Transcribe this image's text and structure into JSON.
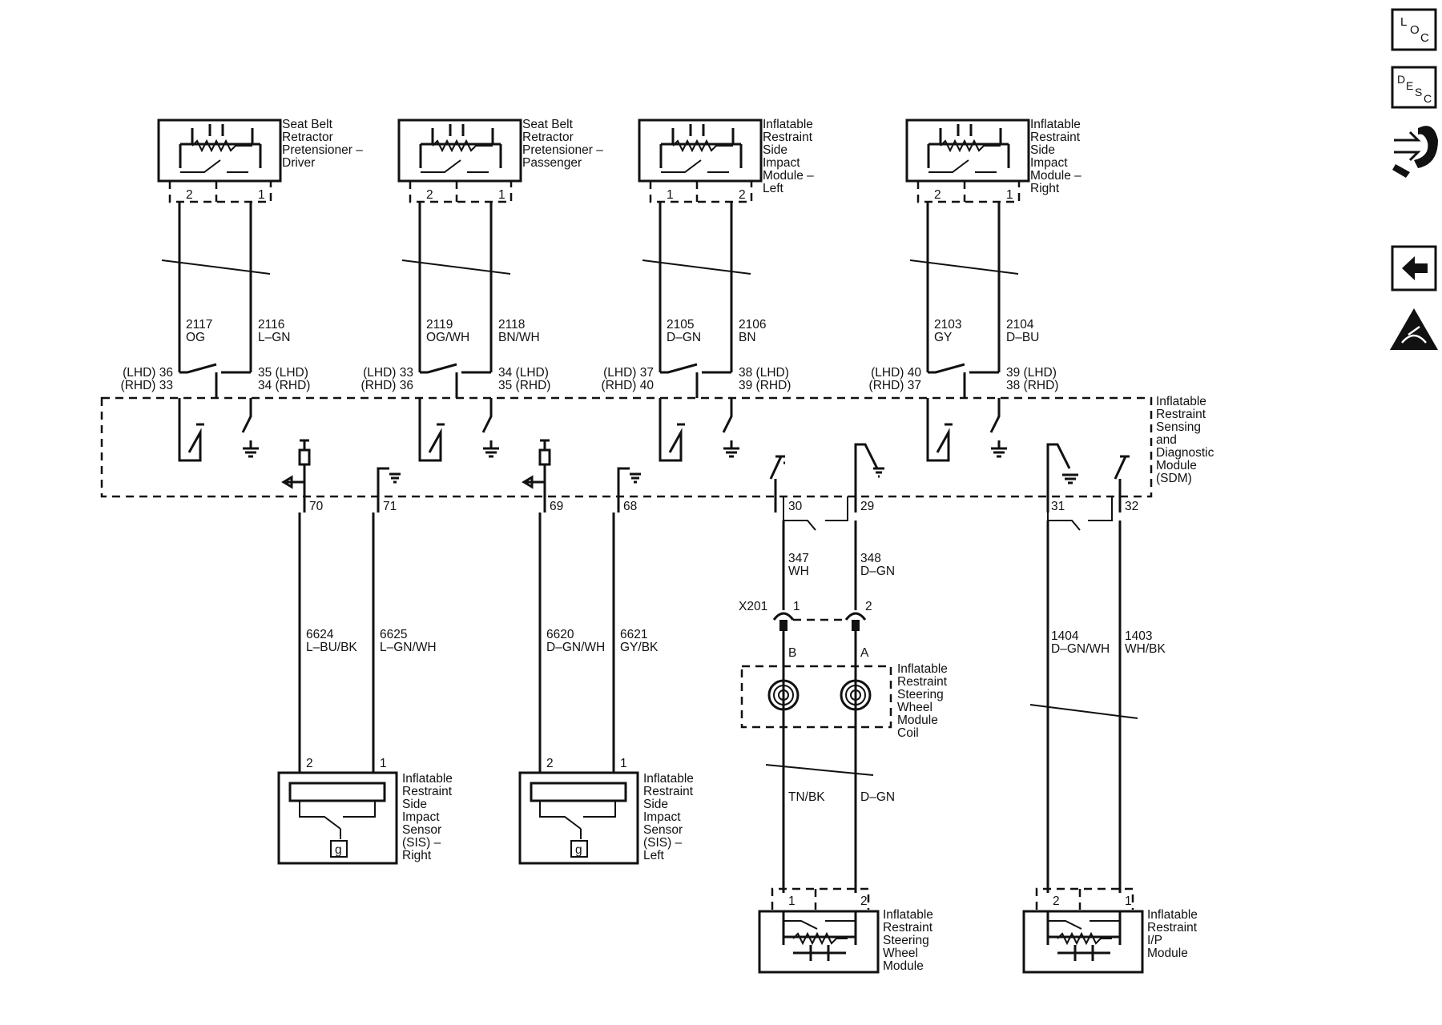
{
  "components": {
    "seatbelt_driver": [
      "Seat Belt",
      "Retractor",
      "Pretensioner –",
      "Driver"
    ],
    "seatbelt_passenger": [
      "Seat Belt",
      "Retractor",
      "Pretensioner –",
      "Passenger"
    ],
    "side_module_left": [
      "Inflatable",
      "Restraint",
      "Side",
      "Impact",
      "Module –",
      "Left"
    ],
    "side_module_right": [
      "Inflatable",
      "Restraint",
      "Side",
      "Impact",
      "Module –",
      "Right"
    ],
    "sdm": [
      "Inflatable",
      "Restraint",
      "Sensing",
      "and",
      "Diagnostic",
      "Module",
      "(SDM)"
    ],
    "steering_coil": [
      "Inflatable",
      "Restraint",
      "Steering",
      "Wheel",
      "Module",
      "Coil"
    ],
    "sis_right": [
      "Inflatable",
      "Restraint",
      "Side",
      "Impact",
      "Sensor",
      "(SIS) –",
      "Right"
    ],
    "sis_left": [
      "Inflatable",
      "Restraint",
      "Side",
      "Impact",
      "Sensor",
      "(SIS) –",
      "Left"
    ],
    "steering_module": [
      "Inflatable",
      "Restraint",
      "Steering",
      "Wheel",
      "Module"
    ],
    "ip_module": [
      "Inflatable",
      "Restraint",
      "I/P",
      "Module"
    ]
  },
  "circuits": {
    "c2117": [
      "2117",
      "OG"
    ],
    "c2116": [
      "2116",
      "L–GN"
    ],
    "c2119": [
      "2119",
      "OG/WH"
    ],
    "c2118": [
      "2118",
      "BN/WH"
    ],
    "c2105": [
      "2105",
      "D–GN"
    ],
    "c2106": [
      "2106",
      "BN"
    ],
    "c2103": [
      "2103",
      "GY"
    ],
    "c2104": [
      "2104",
      "D–BU"
    ],
    "c347": [
      "347",
      "WH"
    ],
    "c348": [
      "348",
      "D–GN"
    ],
    "c6624": [
      "6624",
      "L–BU/BK"
    ],
    "c6625": [
      "6625",
      "L–GN/WH"
    ],
    "c6620": [
      "6620",
      "D–GN/WH"
    ],
    "c6621": [
      "6621",
      "GY/BK"
    ],
    "c1404": [
      "1404",
      "D–GN/WH"
    ],
    "c1403": [
      "1403",
      "WH/BK"
    ],
    "tnbk": "TN/BK",
    "dgn": "D–GN"
  },
  "sdm_pins": {
    "p_36_33": [
      "(LHD) 36",
      "(RHD) 33"
    ],
    "p_35_34": [
      "35 (LHD)",
      "34 (RHD)"
    ],
    "p_33_36": [
      "(LHD) 33",
      "(RHD) 36"
    ],
    "p_34_35": [
      "34 (LHD)",
      "35 (RHD)"
    ],
    "p_37_40": [
      "(LHD) 37",
      "(RHD) 40"
    ],
    "p_38_39": [
      "38 (LHD)",
      "39 (RHD)"
    ],
    "p_40_37": [
      "(LHD) 40",
      "(RHD) 37"
    ],
    "p_39_38": [
      "39 (LHD)",
      "38 (RHD)"
    ],
    "p70": "70",
    "p71": "71",
    "p69": "69",
    "p68": "68",
    "p30": "30",
    "p29": "29",
    "p31": "31",
    "p32": "32"
  },
  "terminals": {
    "one": "1",
    "two": "2",
    "A": "A",
    "B": "B",
    "connector": "X201",
    "ground": "g"
  },
  "nav_icons": {
    "loc": [
      "L",
      "O",
      "C"
    ],
    "desc": [
      "D",
      "E",
      "S",
      "C"
    ]
  }
}
